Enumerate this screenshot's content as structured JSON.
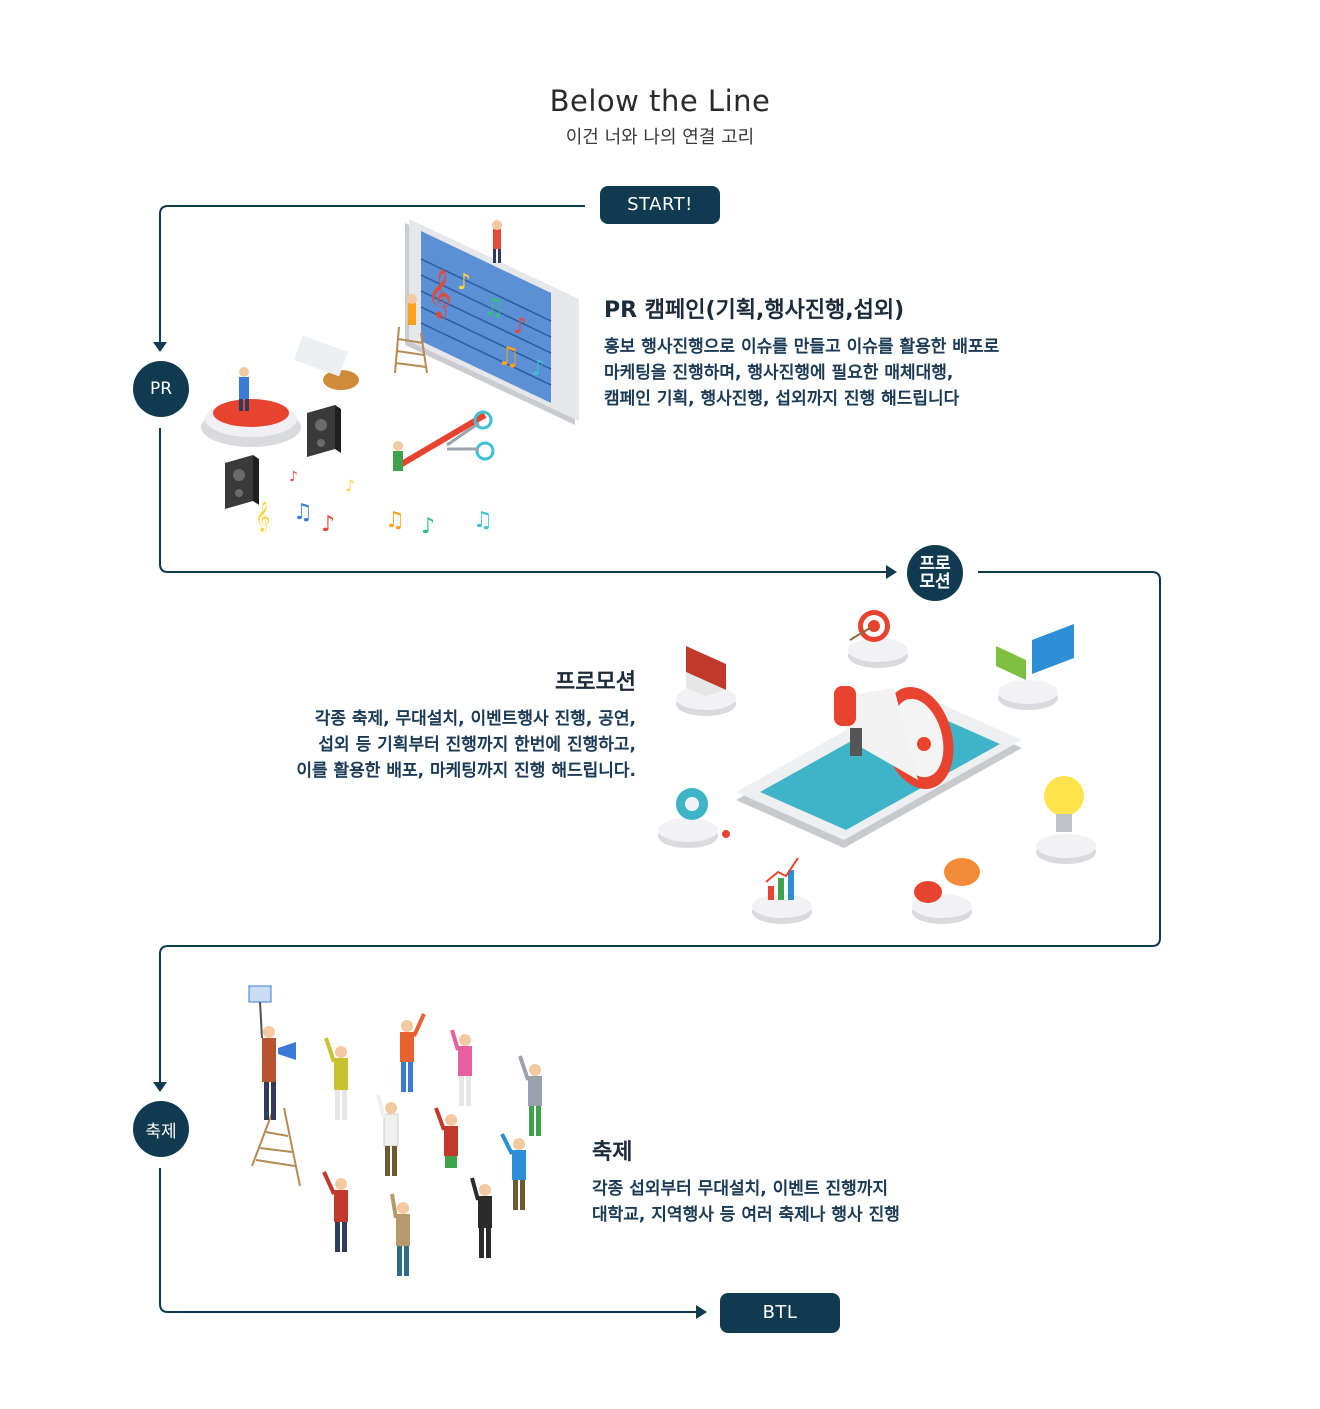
{
  "header": {
    "title": "Below the Line",
    "subtitle": "이건 너와 나의 연결 고리"
  },
  "flow": {
    "start_label": "START!",
    "end_label": "BTL",
    "line_color": "#0f3a4f"
  },
  "sections": [
    {
      "node_label": "PR",
      "heading": "PR 캠페인(기획,행사진행,섭외)",
      "lines": [
        "홍보 행사진행으로 이슈를 만들고 이슈를 활용한 배포로",
        "마케팅을 진행하며, 행사진행에 필요한 매체대행,",
        "캠페인 기획, 행사진행, 섭외까지 진행 해드립니다"
      ]
    },
    {
      "node_label_line1": "프로",
      "node_label_line2": "모션",
      "heading": "프로모션",
      "lines": [
        "각종 축제, 무대설치, 이벤트행사 진행, 공연,",
        "섭외 등 기획부터 진행까지 한번에 진행하고,",
        "이를 활용한 배포, 마케팅까지 진행 해드립니다."
      ]
    },
    {
      "node_label": "축제",
      "heading": "축제",
      "lines": [
        "각종 섭외부터 무대설치, 이벤트 진행까지",
        "대학교, 지역행사 등 여러 축제나 행사 진행"
      ]
    }
  ]
}
